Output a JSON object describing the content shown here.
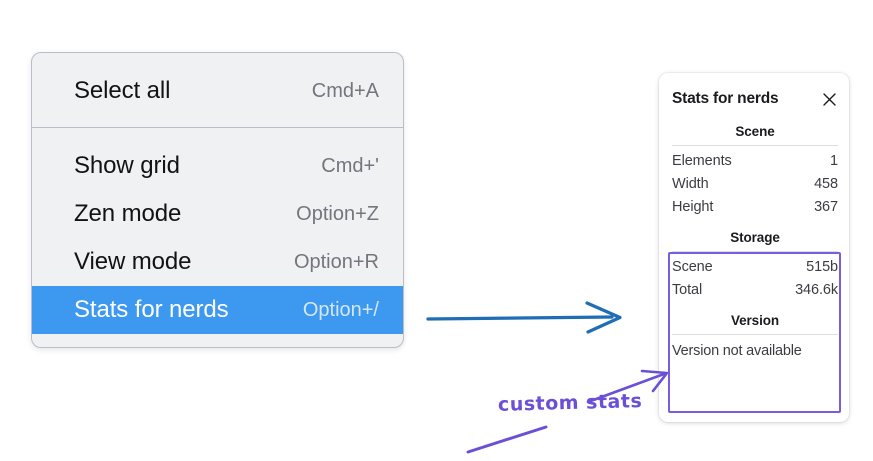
{
  "menu": {
    "groups": [
      {
        "items": [
          {
            "label": "Select all",
            "shortcut": "Cmd+A",
            "selected": false
          }
        ]
      },
      {
        "items": [
          {
            "label": "Show grid",
            "shortcut": "Cmd+'",
            "selected": false
          },
          {
            "label": "Zen mode",
            "shortcut": "Option+Z",
            "selected": false
          },
          {
            "label": "View mode",
            "shortcut": "Option+R",
            "selected": false
          },
          {
            "label": "Stats for nerds",
            "shortcut": "Option+/",
            "selected": true
          }
        ]
      }
    ],
    "highlight_color": "#3d98ef"
  },
  "stats_panel": {
    "title": "Stats for nerds",
    "close_icon": "close-icon",
    "sections": [
      {
        "heading": "Scene",
        "rows": [
          {
            "key": "Elements",
            "value": "1"
          },
          {
            "key": "Width",
            "value": "458"
          },
          {
            "key": "Height",
            "value": "367"
          }
        ]
      },
      {
        "heading": "Storage",
        "rows": [
          {
            "key": "Scene",
            "value": "515b"
          },
          {
            "key": "Total",
            "value": "346.6k"
          }
        ]
      },
      {
        "heading": "Version",
        "single_line": "Version not available"
      }
    ]
  },
  "annotations": {
    "flow_arrow_color": "#1f6eb5",
    "highlight_box_color": "#7b5ce0",
    "handwriting": {
      "text": "custom stats",
      "color": "#6b4fd8"
    }
  }
}
